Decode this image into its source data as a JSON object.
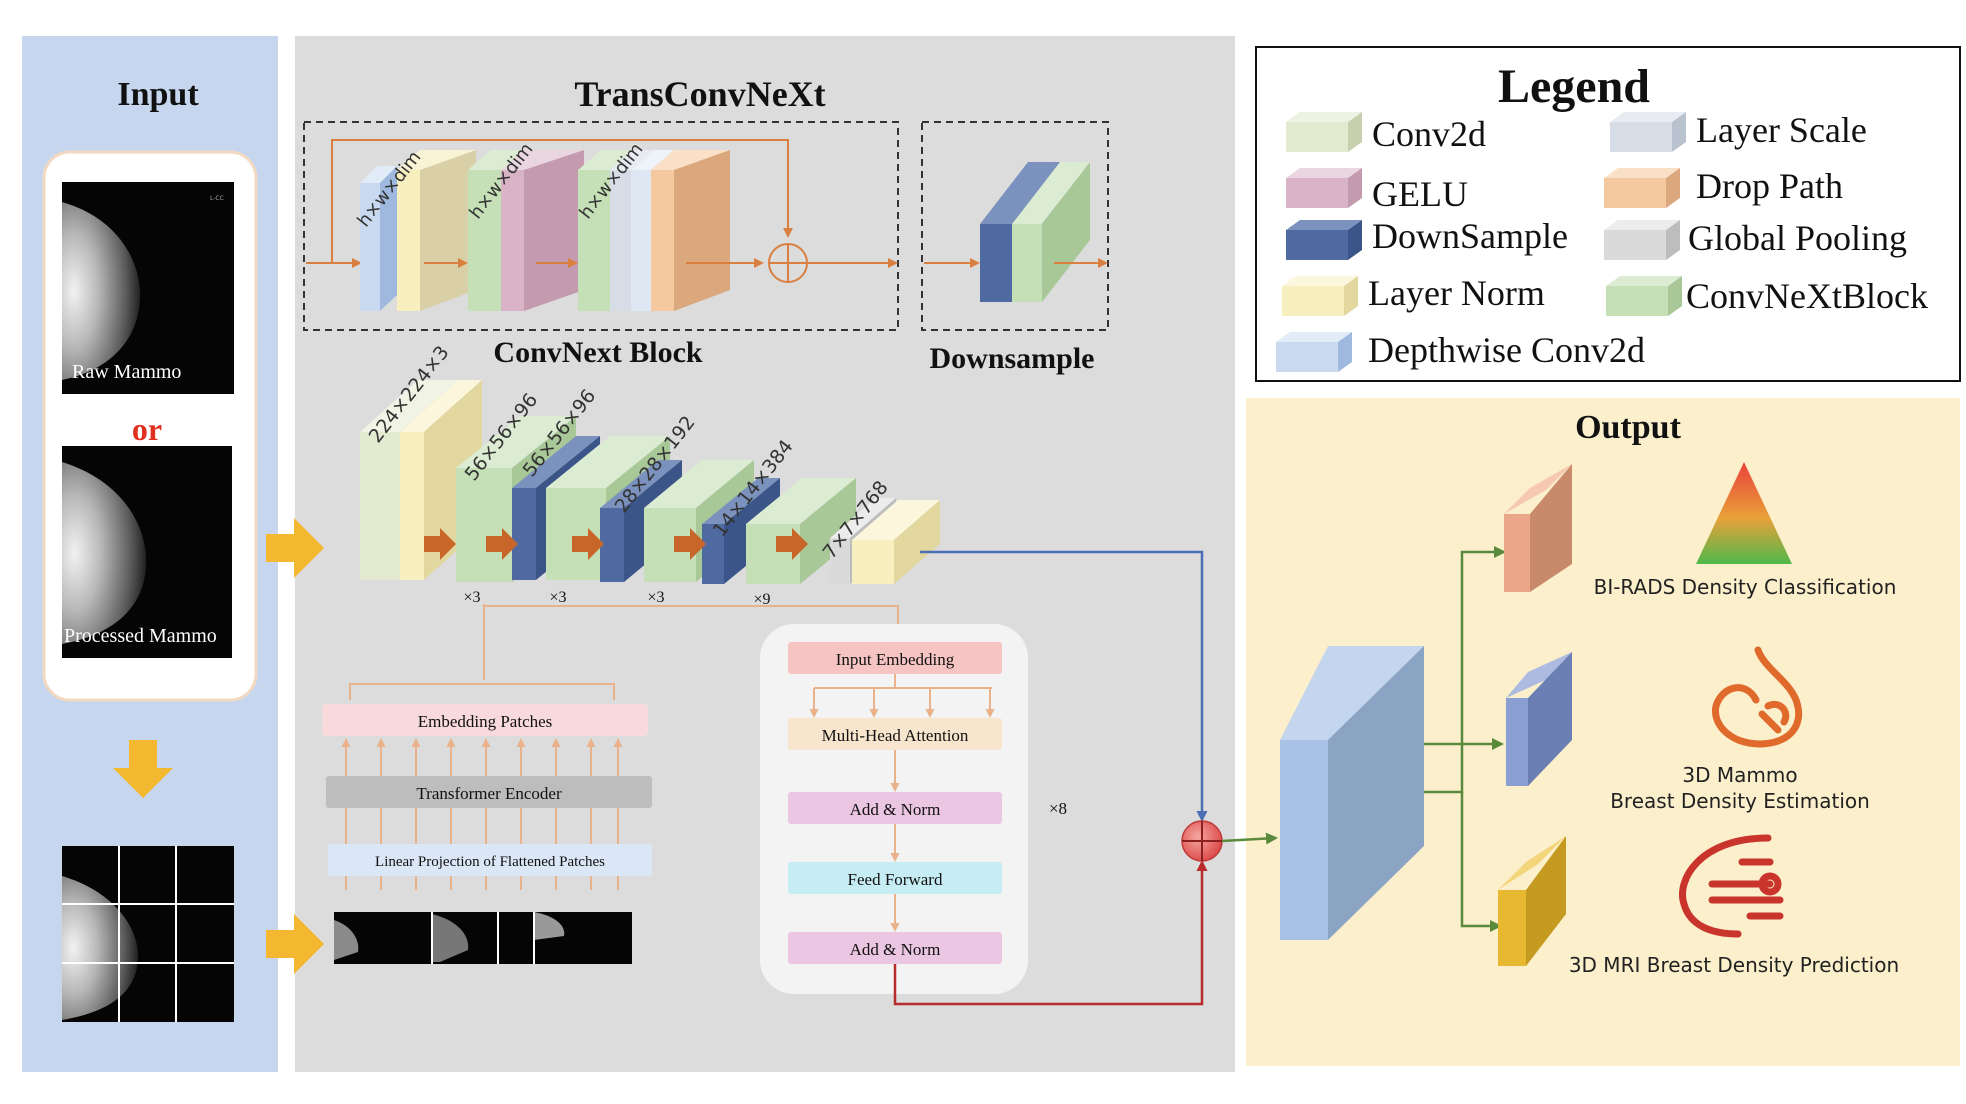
{
  "input": {
    "title": "Input",
    "raw_label": "Raw Mammo",
    "or_label": "or",
    "processed_label": "Processed Mammo",
    "thumb_tag": "L-CC"
  },
  "main": {
    "title": "TransConvNeXt",
    "convnext_block": {
      "title": "ConvNext Block",
      "dims": [
        "h×w×dim",
        "h×w×dim",
        "h×w×dim"
      ]
    },
    "downsample": {
      "title": "Downsample"
    },
    "stages": {
      "dims": [
        "224×224×3",
        "56×56×96",
        "56×56×96",
        "28×28×192",
        "14×14×384",
        "7×7×768"
      ],
      "repeats": [
        "×3",
        "×3",
        "×3",
        "×9"
      ]
    },
    "transformer": {
      "embedding_patches": "Embedding Patches",
      "transformer_encoder": "Transformer Encoder",
      "linear_projection": "Linear Projection of Flattened Patches",
      "input_embedding": "Input Embedding",
      "mha": "Multi-Head Attention",
      "add_norm_1": "Add & Norm",
      "feed_forward": "Feed Forward",
      "add_norm_2": "Add & Norm",
      "repeat": "×8"
    }
  },
  "legend": {
    "title": "Legend",
    "items": [
      {
        "label": "Conv2d",
        "color": "#e4ead0"
      },
      {
        "label": "GELU",
        "color": "#d9b3c6"
      },
      {
        "label": "DownSample",
        "color": "#4e6aa0"
      },
      {
        "label": "Layer Norm",
        "color": "#f7efbe"
      },
      {
        "label": "Depthwise Conv2d",
        "color": "#c9daf0"
      },
      {
        "label": "Layer Scale",
        "color": "#d7dde6"
      },
      {
        "label": "Drop Path",
        "color": "#f4c9a0"
      },
      {
        "label": "Global Pooling",
        "color": "#dadada"
      },
      {
        "label": "ConvNeXtBlock",
        "color": "#c5dfb6"
      }
    ]
  },
  "output": {
    "title": "Output",
    "task1": "BI-RADS Density Classification",
    "task2_line1": "3D Mammo",
    "task2_line2": "Breast Density Estimation",
    "task3": "3D MRI Breast Density Prediction"
  },
  "colors": {
    "input_panel": "#c5d6ee",
    "main_panel": "#dcdcdc",
    "output_panel": "#fbefcc",
    "orange_arrow": "#d98040",
    "blue_line": "#4a6fb5",
    "red_line": "#b82c2c",
    "green_line": "#5a8a3c"
  }
}
